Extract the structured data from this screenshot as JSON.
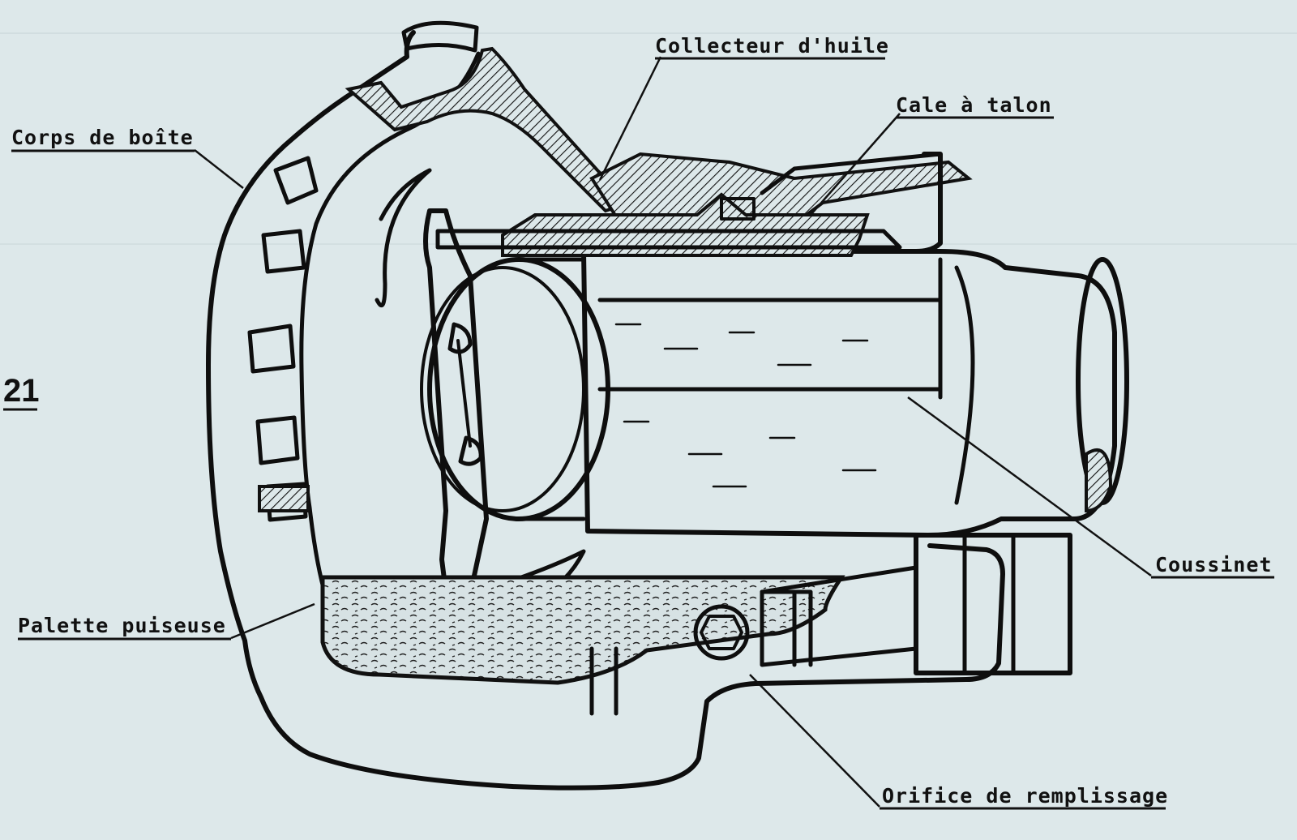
{
  "figure": {
    "number": "21"
  },
  "labels": {
    "collecteur": "Collecteur d'huile",
    "cale": "Cale à talon",
    "corps": "Corps de boîte",
    "coussinet": "Coussinet",
    "palette": "Palette puiseuse",
    "orifice": "Orifice de remplissage"
  },
  "colors": {
    "paper": "#dde8ea",
    "ink": "#111111",
    "bleed": "#a8b7bb"
  }
}
